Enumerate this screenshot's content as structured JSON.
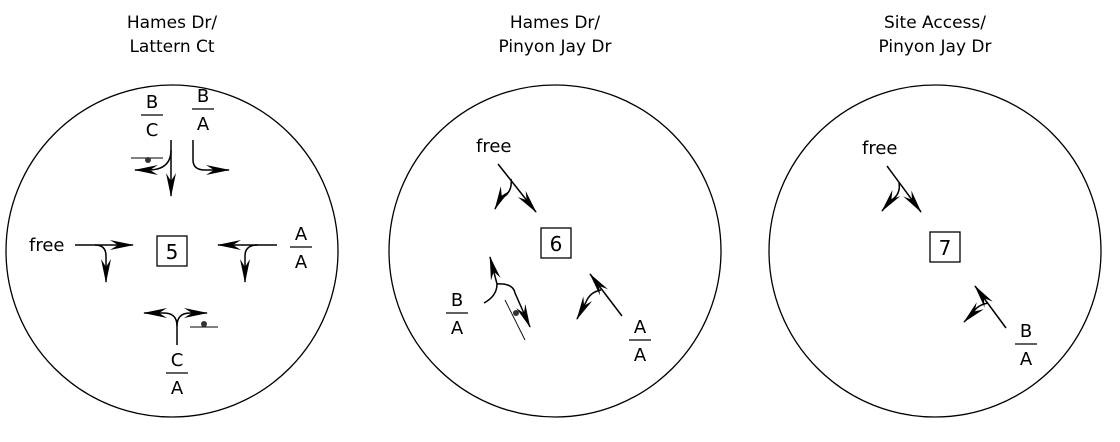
{
  "panels": [
    {
      "title_line1": "Hames Dr/",
      "title_line2": "Lattern Ct",
      "intersection_id": "5",
      "labels": {
        "north_left": {
          "top": "B",
          "bottom": "C"
        },
        "north_right": {
          "top": "B",
          "bottom": "A"
        },
        "west": "free",
        "east": {
          "top": "A",
          "bottom": "A"
        },
        "south": {
          "top": "C",
          "bottom": "A"
        }
      }
    },
    {
      "title_line1": "Hames Dr/",
      "title_line2": "Pinyon Jay Dr",
      "intersection_id": "6",
      "labels": {
        "northwest": "free",
        "southwest": {
          "top": "B",
          "bottom": "A"
        },
        "southeast": {
          "top": "A",
          "bottom": "A"
        }
      }
    },
    {
      "title_line1": "Site Access/",
      "title_line2": "Pinyon Jay Dr",
      "intersection_id": "7",
      "labels": {
        "northwest": "free",
        "southeast": {
          "top": "B",
          "bottom": "A"
        }
      }
    }
  ],
  "colors": {
    "stroke": "#000000",
    "background": "#ffffff"
  }
}
